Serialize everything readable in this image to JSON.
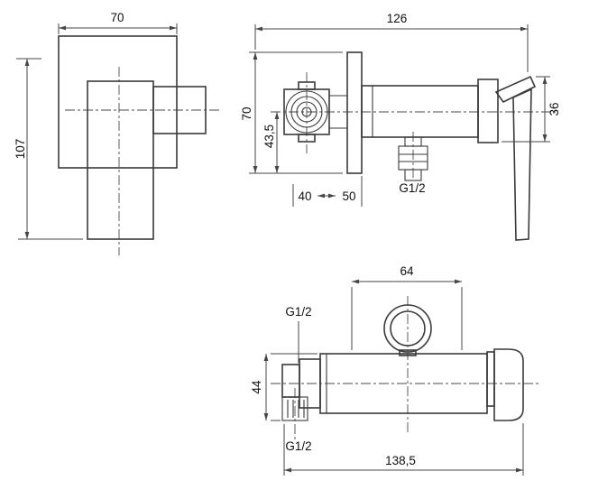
{
  "sheet": {
    "background": "#ffffff",
    "line_color": "#3a3a3a",
    "text_color": "#101010"
  },
  "views": {
    "front": {
      "dims": {
        "width": "70",
        "height": "107"
      }
    },
    "side": {
      "dims": {
        "depth_total": "126",
        "plate_height": "70",
        "center_height": "43,5",
        "handle_height": "36",
        "depth_min": "40",
        "depth_max": "50",
        "outlet_thread": "G1/2"
      }
    },
    "top": {
      "dims": {
        "holder_span": "64",
        "rear_inlet_thread": "G1/2",
        "inlet_height": "44",
        "bottom_inlet_thread": "G1/2",
        "length_total": "138,5"
      }
    }
  }
}
